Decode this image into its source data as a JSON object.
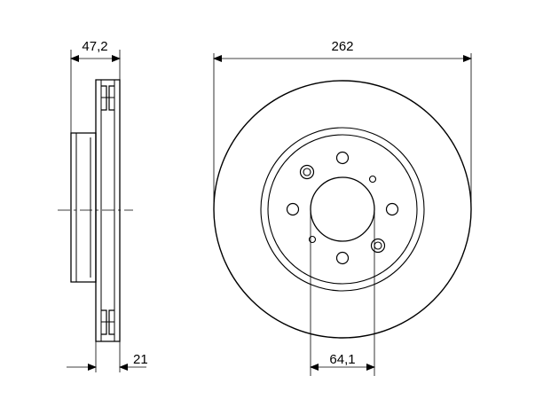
{
  "drawing": {
    "dimensions": {
      "overall_thickness": "47,2",
      "diameter": "262",
      "min_thickness": "21",
      "centering_bore": "64,1"
    }
  }
}
